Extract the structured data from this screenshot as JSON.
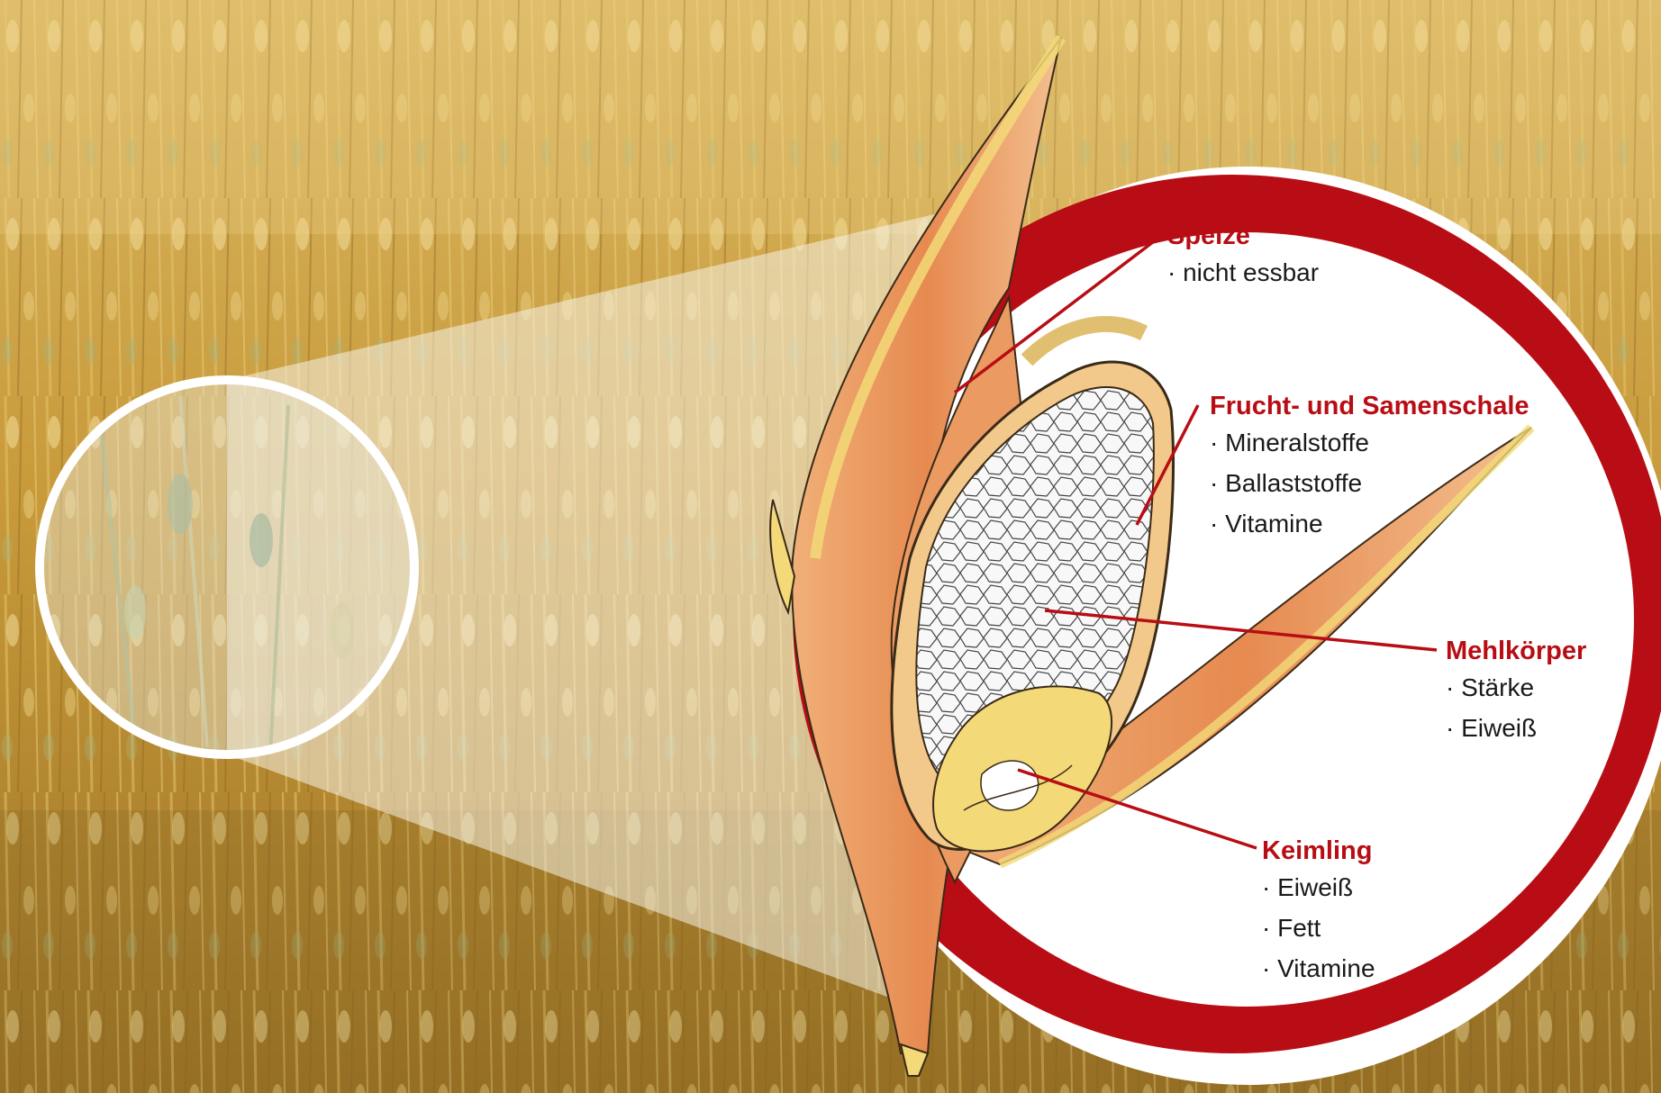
{
  "colors": {
    "accent_red": "#b80d14",
    "label_text": "#1a1a1a",
    "field_gold": "#c9a040",
    "husk_orange": "#e8905a",
    "husk_yellow": "#f3d978",
    "endosperm_white": "#f7f7f7"
  },
  "annotations": [
    {
      "id": "spelze",
      "title": "Spelze",
      "items": [
        "· nicht essbar"
      ]
    },
    {
      "id": "frucht",
      "title": "Frucht- und Samenschale",
      "items": [
        "· Mineralstoffe",
        "· Ballaststoffe",
        "· Vitamine"
      ]
    },
    {
      "id": "mehlkoerper",
      "title": "Mehlkörper",
      "items": [
        "· Stärke",
        "· Eiweiß"
      ]
    },
    {
      "id": "keimling",
      "title": "Keimling",
      "items": [
        "· Eiweiß",
        "· Fett",
        "· Vitamine"
      ]
    }
  ]
}
